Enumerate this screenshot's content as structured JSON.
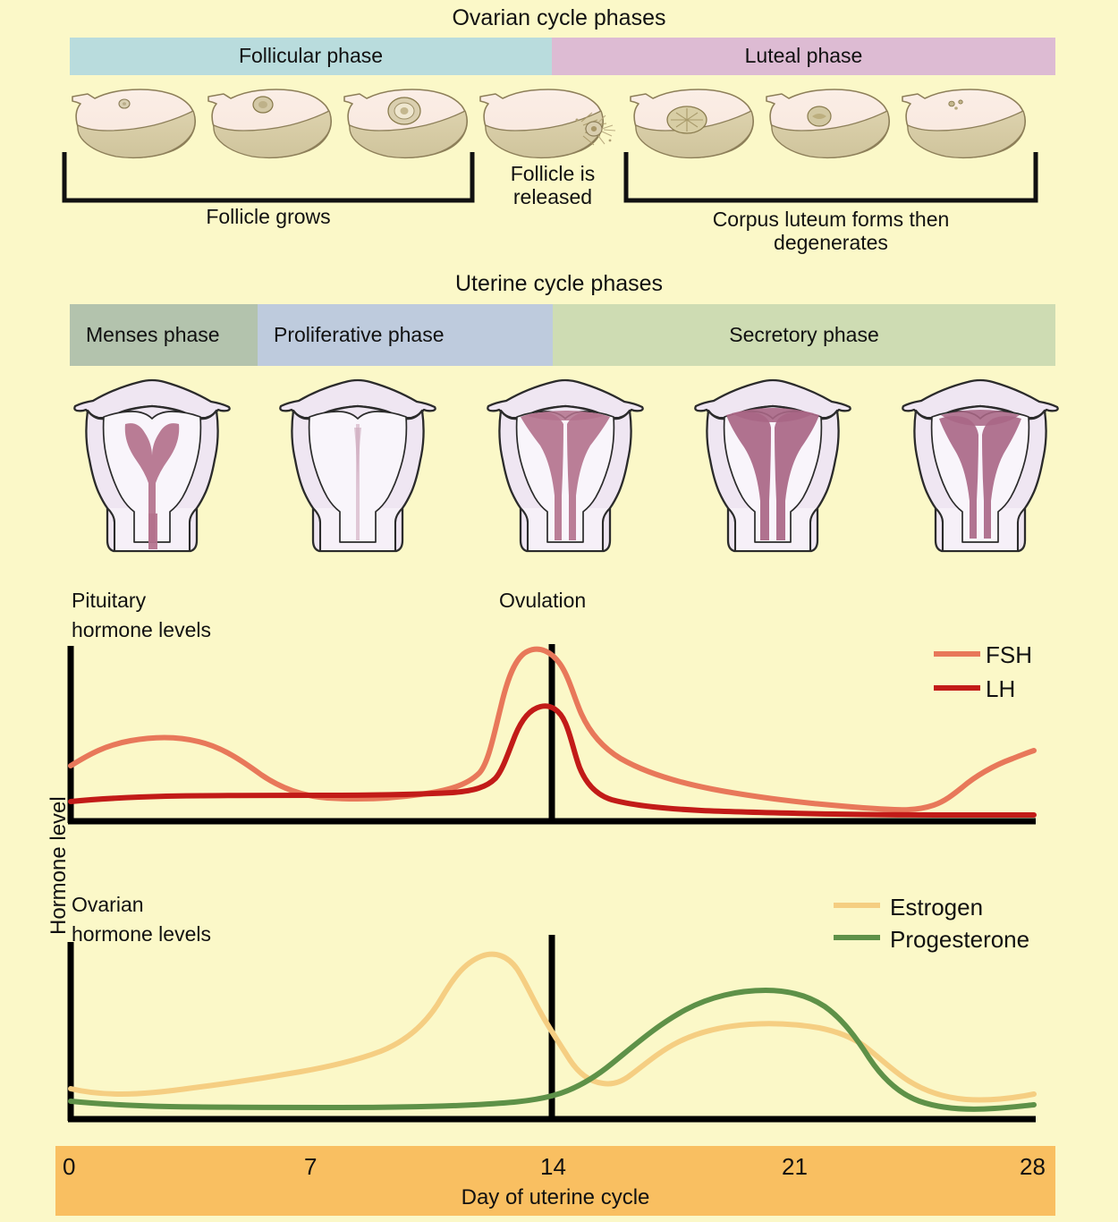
{
  "background_color": "#FBF8C8",
  "ovarian": {
    "title": "Ovarian cycle phases",
    "phases": [
      {
        "label": "Follicular phase",
        "color": "#B9DCDD"
      },
      {
        "label": "Luteal phase",
        "color": "#DDBBD3"
      }
    ],
    "brackets": [
      {
        "label": "Follicle grows"
      },
      {
        "label": "Follicle is\nreleased"
      },
      {
        "label": "Corpus luteum forms then\ndegenerates"
      }
    ],
    "ovary_count": 7
  },
  "uterine": {
    "title": "Uterine cycle phases",
    "phases": [
      {
        "label": "Menses\nphase",
        "color": "#B3C3AD"
      },
      {
        "label": "Proliferative\nphase",
        "color": "#BECBDD"
      },
      {
        "label": "Secretory phase",
        "color": "#CEDCB3"
      }
    ],
    "uterus_count": 5
  },
  "chart_data": [
    {
      "type": "line",
      "title": "Pituitary\nhormone levels",
      "annotation": "Ovulation",
      "annotation_day": 14,
      "xlabel": "Day of uterine cycle",
      "ylabel": "Hormone level",
      "xlim": [
        0,
        28
      ],
      "ylim": [
        0,
        100
      ],
      "xticks": [
        "0",
        "7",
        "14",
        "21",
        "28"
      ],
      "grid": false,
      "legend_position": "top-right",
      "series": [
        {
          "name": "FSH",
          "color": "#E8785A",
          "x": [
            0,
            1,
            2,
            3,
            4,
            5,
            6,
            7,
            8,
            9,
            10,
            11,
            12,
            12.6,
            13,
            13.4,
            14,
            14.4,
            15,
            16,
            17,
            18,
            19,
            20,
            21,
            22,
            23,
            24,
            25,
            26,
            27,
            28
          ],
          "values": [
            26,
            31,
            35,
            38,
            39,
            39,
            38,
            35,
            31,
            27,
            23,
            20,
            22,
            45,
            78,
            95,
            95,
            70,
            50,
            38,
            31,
            26,
            22,
            19,
            15,
            12,
            8,
            6,
            5,
            7,
            18,
            33
          ]
        },
        {
          "name": "LH",
          "color": "#C21B18",
          "x": [
            0,
            2,
            4,
            6,
            8,
            10,
            11,
            12,
            12.6,
            13,
            13.5,
            14,
            14.5,
            15,
            16,
            17,
            18,
            20,
            22,
            24,
            26,
            28
          ],
          "values": [
            6,
            7,
            8,
            8,
            8,
            9,
            10,
            14,
            40,
            64,
            63,
            40,
            25,
            20,
            17,
            15,
            14,
            12,
            11,
            10,
            10,
            10
          ]
        }
      ]
    },
    {
      "type": "line",
      "title": "Ovarian\nhormone levels",
      "annotation_day": 14,
      "xlim": [
        0,
        28
      ],
      "ylim": [
        0,
        100
      ],
      "grid": false,
      "legend_position": "top-right",
      "series": [
        {
          "name": "Estrogen",
          "color": "#F5CE82",
          "x": [
            0,
            1,
            2,
            3,
            4,
            6,
            8,
            9,
            10,
            11,
            12,
            12.6,
            13,
            13.6,
            14,
            14.3,
            14.8,
            15.4,
            16,
            17,
            18,
            19,
            20,
            21,
            22,
            23,
            24,
            25,
            26,
            27,
            28
          ],
          "values": [
            15,
            12,
            11,
            11,
            12,
            14,
            17,
            19,
            22,
            29,
            45,
            68,
            84,
            88,
            80,
            40,
            22,
            20,
            26,
            36,
            44,
            49,
            51,
            51,
            49,
            44,
            37,
            29,
            22,
            18,
            16
          ]
        },
        {
          "name": "Progesterone",
          "color": "#5E9148",
          "x": [
            0,
            2,
            4,
            6,
            8,
            10,
            11,
            12,
            13,
            14,
            15,
            16,
            17,
            18,
            19,
            20,
            21,
            22,
            23,
            24,
            25,
            26,
            27,
            28
          ],
          "values": [
            7,
            5,
            5,
            5,
            5,
            5,
            5,
            6,
            9,
            15,
            26,
            42,
            58,
            70,
            77,
            80,
            78,
            70,
            57,
            42,
            28,
            18,
            12,
            9
          ]
        }
      ]
    }
  ],
  "axis": {
    "day_ticks": [
      {
        "label": "0",
        "day": 0
      },
      {
        "label": "7",
        "day": 7
      },
      {
        "label": "14",
        "day": 14
      },
      {
        "label": "21",
        "day": 21
      },
      {
        "label": "28",
        "day": 28
      }
    ],
    "title": "Day of uterine cycle",
    "bar_color": "#F9BF61"
  },
  "legends": {
    "pituitary": [
      {
        "name": "FSH",
        "color": "#E8785A"
      },
      {
        "name": "LH",
        "color": "#C21B18"
      }
    ],
    "ovarian": [
      {
        "name": "Estrogen",
        "color": "#F5CE82"
      },
      {
        "name": "Progesterone",
        "color": "#5E9148"
      }
    ]
  }
}
